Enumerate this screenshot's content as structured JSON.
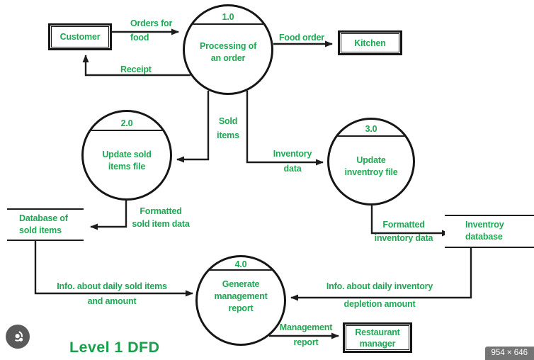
{
  "colors": {
    "label_green": "#1fa854",
    "title_green": "#16a04a",
    "line_black": "#1c1c1c",
    "badge_bg": "#757575",
    "lens_button_bg": "#5a5a5a"
  },
  "title": "Level 1 DFD",
  "badge": {
    "dimensions": "954 × 646"
  },
  "icons": {
    "lens": "lens-viewfinder-icon"
  },
  "entities": {
    "customer": {
      "label": "Customer"
    },
    "kitchen": {
      "label": "Kitchen"
    },
    "manager": {
      "l1": "Restaurant",
      "l2": "manager"
    }
  },
  "processes": {
    "p1": {
      "number": "1.0",
      "l1": "Processing of",
      "l2": "an order"
    },
    "p2": {
      "number": "2.0",
      "l1": "Update sold",
      "l2": "items file"
    },
    "p3": {
      "number": "3.0",
      "l1": "Update",
      "l2": "inventroy file"
    },
    "p4": {
      "number": "4.0",
      "l1": "Generate",
      "l2": "management",
      "l3": "report"
    }
  },
  "datastores": {
    "sold": {
      "l1": "Database of",
      "l2": "sold items"
    },
    "inventory": {
      "l1": "Inventroy",
      "l2": "database"
    }
  },
  "flows": {
    "orders": {
      "l1": "Orders for",
      "l2": "food"
    },
    "food_order": {
      "l1": "Food order"
    },
    "receipt": {
      "l1": "Receipt"
    },
    "sold_items": {
      "l1": "Sold",
      "l2": "items"
    },
    "inventory_data": {
      "l1": "Inventory",
      "l2": "data"
    },
    "formatted_sold": {
      "l1": "Formatted",
      "l2": "sold item data"
    },
    "formatted_inventory": {
      "l1": "Formatted",
      "l2": "inventory data"
    },
    "info_sold": {
      "l1": "Info. about daily sold items",
      "l2": "and amount"
    },
    "info_inventory": {
      "l1": "Info. about daily inventory",
      "l2": "depletion amount"
    },
    "management_report": {
      "l1": "Management",
      "l2": "report"
    }
  }
}
